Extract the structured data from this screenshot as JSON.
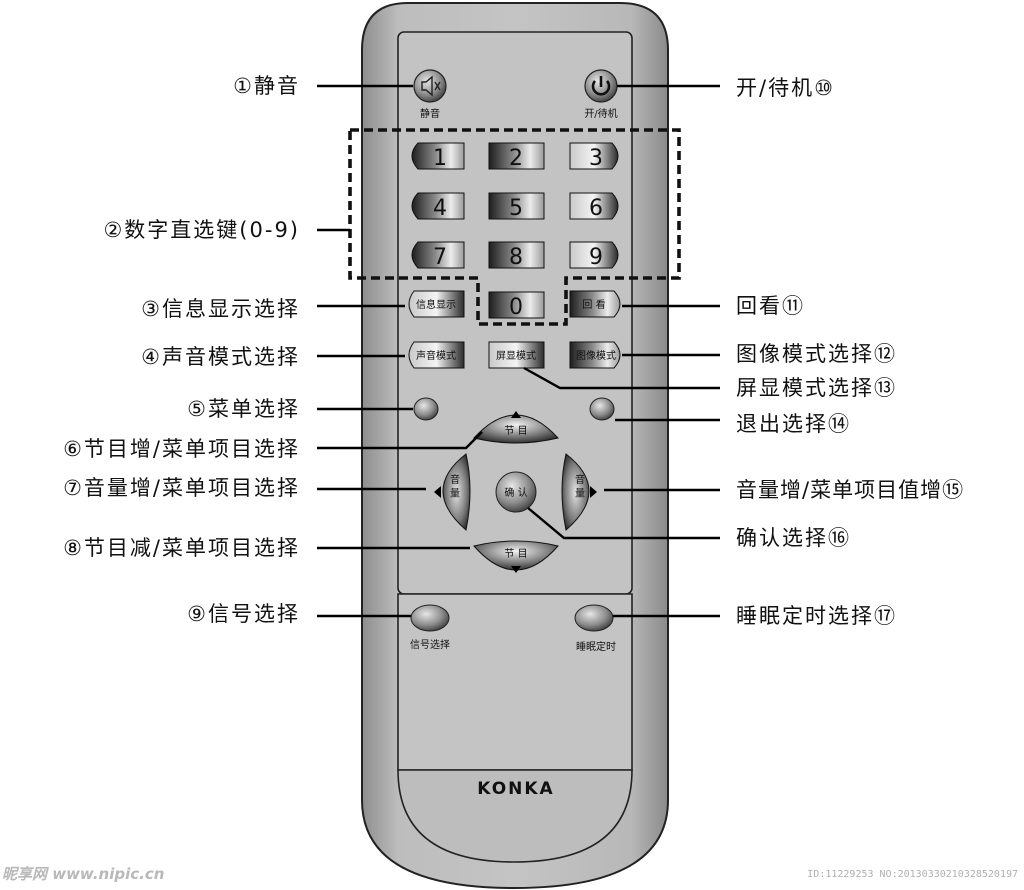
{
  "remote": {
    "brand": "KONKA",
    "mute_label": "静音",
    "power_label": "开/待机",
    "digits": [
      "1",
      "2",
      "3",
      "4",
      "5",
      "6",
      "7",
      "8",
      "9",
      "0"
    ],
    "info_label": "信息显示",
    "review_label": "回 看",
    "sound_mode_label": "声音模式",
    "screen_mode_label": "屏显模式",
    "picture_mode_label": "图像模式",
    "prog_label": "节 目",
    "vol_label": "音 量",
    "ok_label": "确 认",
    "source_label": "信号选择",
    "sleep_label": "睡眠定时"
  },
  "callouts": {
    "mute": "①静音",
    "digits": "②数字直选键(0-9)",
    "info": "③信息显示选择",
    "sound_mode": "④声音模式选择",
    "menu": "⑤菜单选择",
    "prog_up": "⑥节目增/菜单项目选择",
    "vol_down": "⑦音量增/菜单项目选择",
    "prog_down": "⑧节目减/菜单项目选择",
    "source": "⑨信号选择",
    "power": "开/待机⑩",
    "review": "回看⑪",
    "picture_mode": "图像模式选择⑫",
    "screen_mode": "屏显模式选择⑬",
    "exit": "退出选择⑭",
    "vol_up": "音量增/菜单项目值增⑮",
    "ok": "确认选择⑯",
    "sleep": "睡眠定时选择⑰"
  },
  "watermark": {
    "left": "昵享网 www.nipic.cn",
    "right": "ID:11229253 NO:20130330210328520197"
  }
}
